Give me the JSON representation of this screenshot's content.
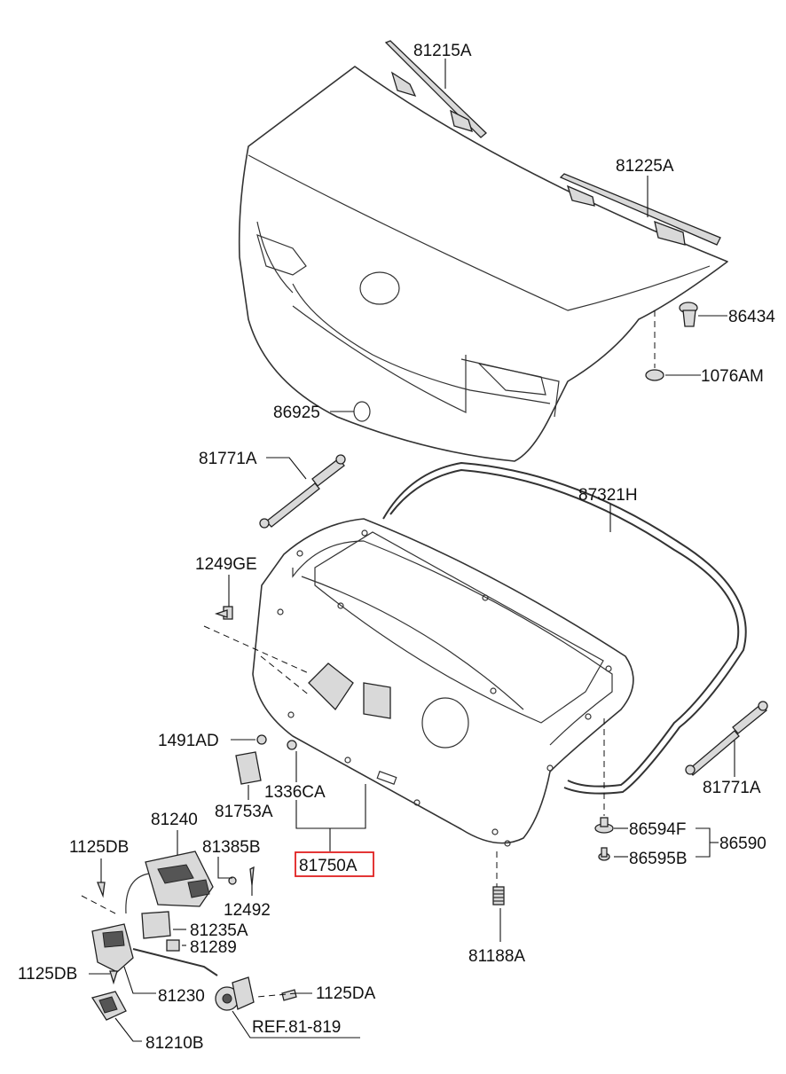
{
  "labels": {
    "p81215A": "81215A",
    "p81225A": "81225A",
    "p86434": "86434",
    "p1076AM": "1076AM",
    "p86925": "86925",
    "p81771A_left": "81771A",
    "p87321H": "87321H",
    "p1249GE": "1249GE",
    "p1491AD": "1491AD",
    "p81753A": "81753A",
    "p1336CA": "1336CA",
    "p81750A": "81750A",
    "p81771A_right": "81771A",
    "p86594F": "86594F",
    "p86590": "86590",
    "p86595B": "86595B",
    "p81240": "81240",
    "p1125DB_top": "1125DB",
    "p81385B": "81385B",
    "p12492": "12492",
    "p81235A": "81235A",
    "p81289": "81289",
    "p1125DB_bottom": "1125DB",
    "p81230": "81230",
    "p1125DA": "1125DA",
    "p81188A": "81188A",
    "ref": "REF.81-819",
    "p81210B": "81210B"
  },
  "highlight_part": "81750A",
  "colors": {
    "highlight": "#e02020",
    "line": "#333333"
  }
}
